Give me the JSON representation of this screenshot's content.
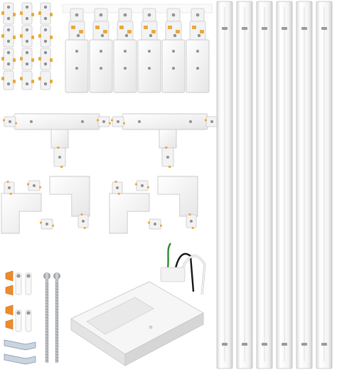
{
  "scene": {
    "subject": "track-lighting-kit-components",
    "colors": {
      "background": "#ffffff",
      "part_white": "#f3f3f3",
      "part_edge": "#c9c9c9",
      "shadow": "#b5b5b5",
      "tab_orange": "#e8a93a",
      "screw_steel": "#b4b8bd",
      "screw_dark": "#7d8187",
      "anchor_orange": "#ef8a2a",
      "wire_black": "#161616",
      "wire_green": "#2f8a2f",
      "wire_white": "#f6f6f6"
    },
    "parts": [
      {
        "name": "live-end-connectors",
        "count": 6
      },
      {
        "name": "dead-end-caps",
        "count": 9
      },
      {
        "name": "t-connectors",
        "count": 2
      },
      {
        "name": "l-connectors",
        "count": 4
      },
      {
        "name": "track-rails",
        "count": 6
      },
      {
        "name": "floating-canopy-feed",
        "count": 1
      },
      {
        "name": "long-screws",
        "count": 2
      },
      {
        "name": "short-screws",
        "count": 2
      },
      {
        "name": "wall-anchors",
        "count": 4
      },
      {
        "name": "rail-clips",
        "count": 2
      }
    ]
  }
}
